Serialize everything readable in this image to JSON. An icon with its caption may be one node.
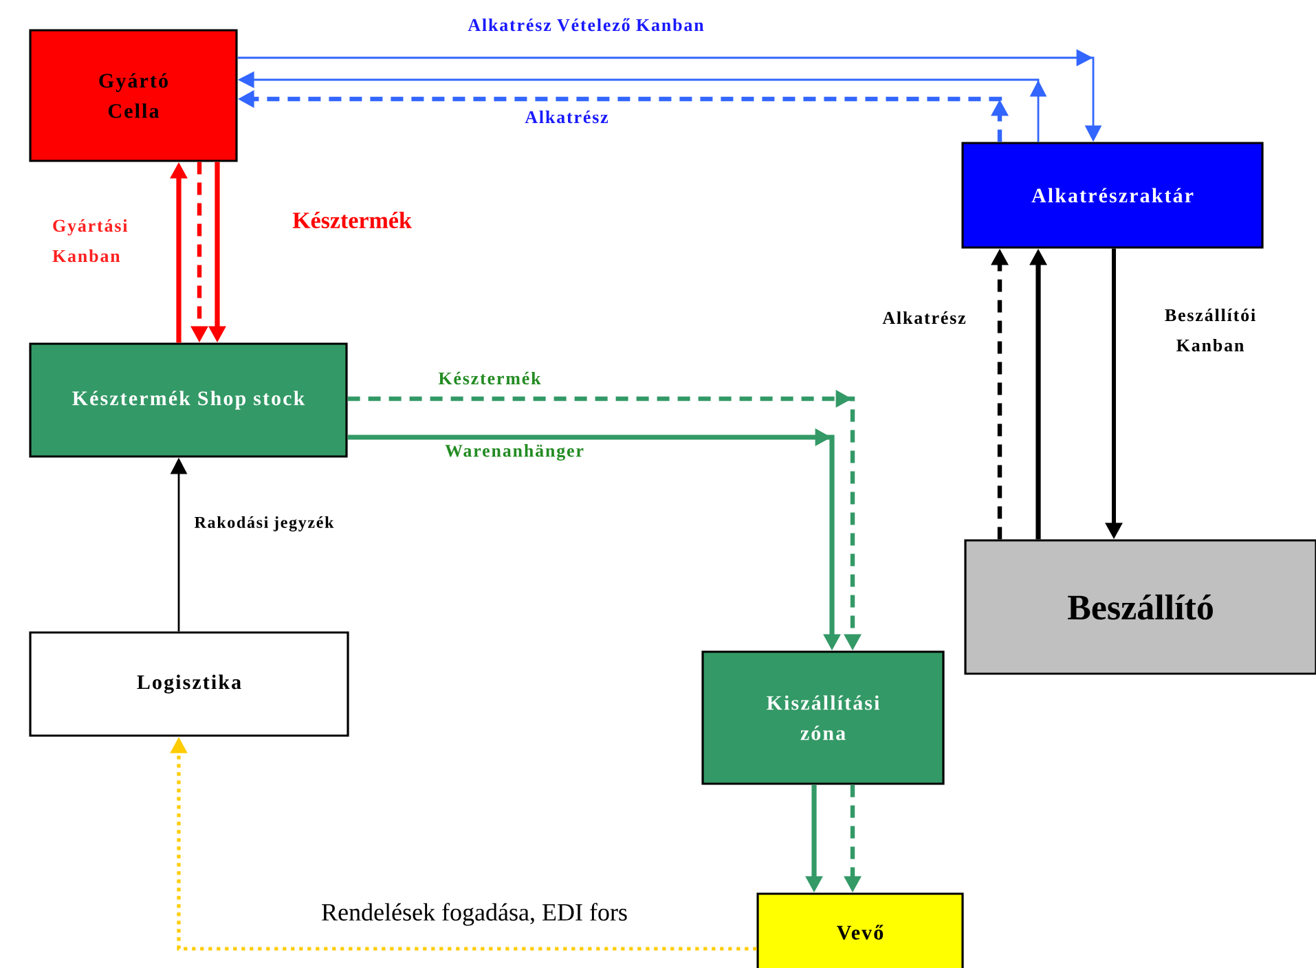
{
  "diagram": {
    "nodes": [
      {
        "text": [
          "Gyártó Cella"
        ]
      },
      {
        "text": [
          "Alkatrészraktár"
        ]
      },
      {
        "text": [
          "Késztermék Shop stock"
        ]
      },
      {
        "text": [
          "Beszállító"
        ]
      },
      {
        "text": [
          "Logisztika"
        ]
      },
      {
        "text": [
          "Kiszállítási zóna"
        ]
      },
      {
        "text": [
          "Vevő"
        ]
      }
    ],
    "edges": [
      {
        "from": 0,
        "to": 1,
        "arrow": "to",
        "label": "Alkatrész Vételező Kanban",
        "color": "#3366ff"
      },
      {
        "from": 1,
        "to": 0,
        "arrow": "to",
        "color": "#3366ff"
      },
      {
        "from": 1,
        "to": 0,
        "arrow": "to",
        "label": "Alkatrész",
        "style": "dashed",
        "color": "#3366ff"
      },
      {
        "from": 2,
        "to": 0,
        "arrow": "to",
        "label": "Gyártási Kanban",
        "color": "#ff0000"
      },
      {
        "from": 0,
        "to": 2,
        "arrow": "to",
        "style": "dashed",
        "color": "#ff0000"
      },
      {
        "from": 0,
        "to": 2,
        "arrow": "to",
        "label": "Késztermék",
        "color": "#ff0000"
      },
      {
        "from": 2,
        "to": 5,
        "arrow": "to",
        "label": "Késztermék",
        "style": "dashed",
        "color": "#339966"
      },
      {
        "from": 2,
        "to": 5,
        "arrow": "to",
        "label": "Warenanhänger",
        "color": "#339966"
      },
      {
        "from": 5,
        "to": 6,
        "arrow": "to",
        "color": "#339966"
      },
      {
        "from": 5,
        "to": 6,
        "arrow": "to",
        "style": "dashed",
        "color": "#339966"
      },
      {
        "from": 4,
        "to": 2,
        "arrow": "to",
        "label": "Rakodási jegyzék",
        "color": "#000000"
      },
      {
        "from": 3,
        "to": 1,
        "arrow": "to",
        "label": "Alkatrész",
        "style": "dashed",
        "color": "#000000"
      },
      {
        "from": 3,
        "to": 1,
        "arrow": "to",
        "color": "#000000"
      },
      {
        "from": 1,
        "to": 3,
        "arrow": "to",
        "label": "Beszállítói Kanban",
        "color": "#000000"
      },
      {
        "from": 6,
        "to": 4,
        "arrow": "to",
        "label": "Rendelések fogadása, EDI fors",
        "style": "dashed",
        "color": "#ffcc00"
      }
    ]
  }
}
